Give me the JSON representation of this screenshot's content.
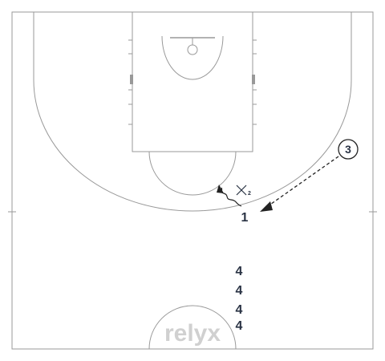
{
  "diagram": {
    "watermark": "relyx",
    "players": [
      {
        "label": "1",
        "role": "ball-handler"
      },
      {
        "label": "3",
        "role": "wing"
      },
      {
        "label": "4",
        "role": "stack"
      },
      {
        "label": "4",
        "role": "stack"
      },
      {
        "label": "4",
        "role": "stack"
      },
      {
        "label": "4",
        "role": "stack"
      }
    ],
    "defender": {
      "symbol": "X",
      "subscript": "2"
    },
    "actions": [
      {
        "type": "pass",
        "from": "3",
        "to": "1",
        "style": "dashed-arrow"
      },
      {
        "type": "dribble",
        "player": "1",
        "style": "wavy-arrow"
      }
    ],
    "colors": {
      "court_line": "#999999",
      "text": "#2a3344",
      "watermark": "#d0d0d0",
      "background": "#ffffff"
    }
  }
}
